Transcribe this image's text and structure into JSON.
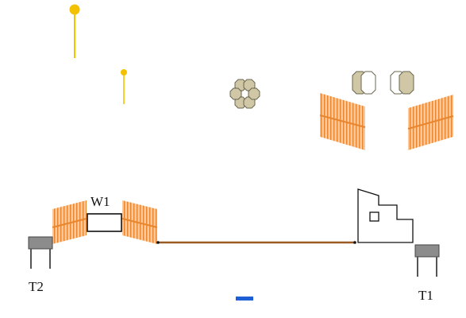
{
  "labels": {
    "w1": "W1",
    "t1": "T1",
    "t2": "T2"
  },
  "colors": {
    "lamp": "#f2c200",
    "barrier_fill": "#f6c89c",
    "barrier_stripe": "#e8862f",
    "rope": "#9a5a22",
    "table_top": "#8c8c8c",
    "table_leg": "#555555",
    "octagon_fill": "#cfc7a6",
    "octagon_stroke": "#6b6650",
    "marker": "#1f5fd6",
    "outline": "#111111"
  },
  "icons": {
    "lamp": "lamp-post-icon",
    "barrier": "barrier-panel-icon",
    "table": "table-icon",
    "octagon": "octagon-cluster-icon",
    "structure": "stepped-structure-icon",
    "marker": "marker-icon"
  }
}
